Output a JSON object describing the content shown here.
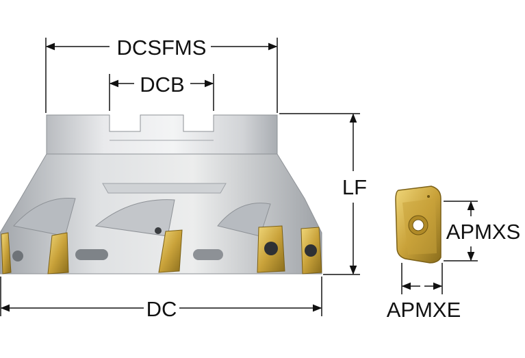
{
  "labels": {
    "dcsfms": "DCSFMS",
    "dcb": "DCB",
    "lf": "LF",
    "dc": "DC",
    "apmxs": "APMXS",
    "apmxe": "APMXE"
  },
  "colors": {
    "line": "#111111",
    "body_light": "#e4e5e7",
    "body_mid": "#c9cbce",
    "body_dark": "#9fa3a8",
    "insert_gold": "#d6b54e",
    "insert_dark": "#8f7420"
  }
}
